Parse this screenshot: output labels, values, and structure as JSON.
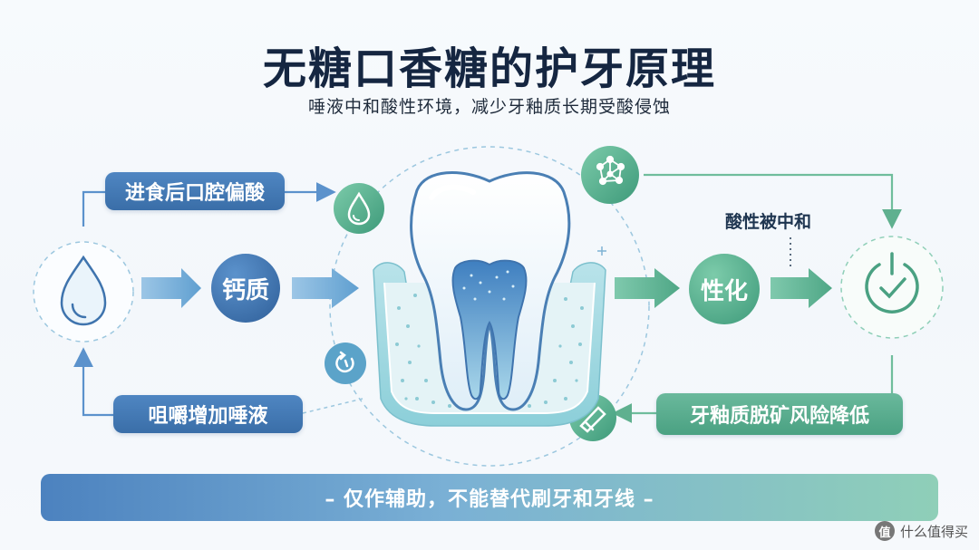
{
  "title": "无糖口香糖的护牙原理",
  "subtitle": "唾液中和酸性环境，减少牙釉质长期受酸侵蚀",
  "left_cycle": {
    "top_label": "进食后口腔偏酸",
    "bottom_label": "咀嚼增加唾液",
    "node_label": "钙质"
  },
  "right_cycle": {
    "node_label": "性化",
    "annotation": "酸性被中和",
    "bottom_label": "牙釉质脱矿风险降低"
  },
  "banner": "– 仅作辅助，不能替代刷牙和牙线 –",
  "watermark": {
    "icon_text": "值",
    "text": "什么值得买"
  },
  "icons": [
    "water-drop-icon",
    "molecule-icon",
    "power-check-icon",
    "refresh-icon",
    "gum-icon",
    "tooth-illustration"
  ],
  "colors": {
    "blue": "#3f74ae",
    "green": "#52a888",
    "title": "#152641"
  }
}
